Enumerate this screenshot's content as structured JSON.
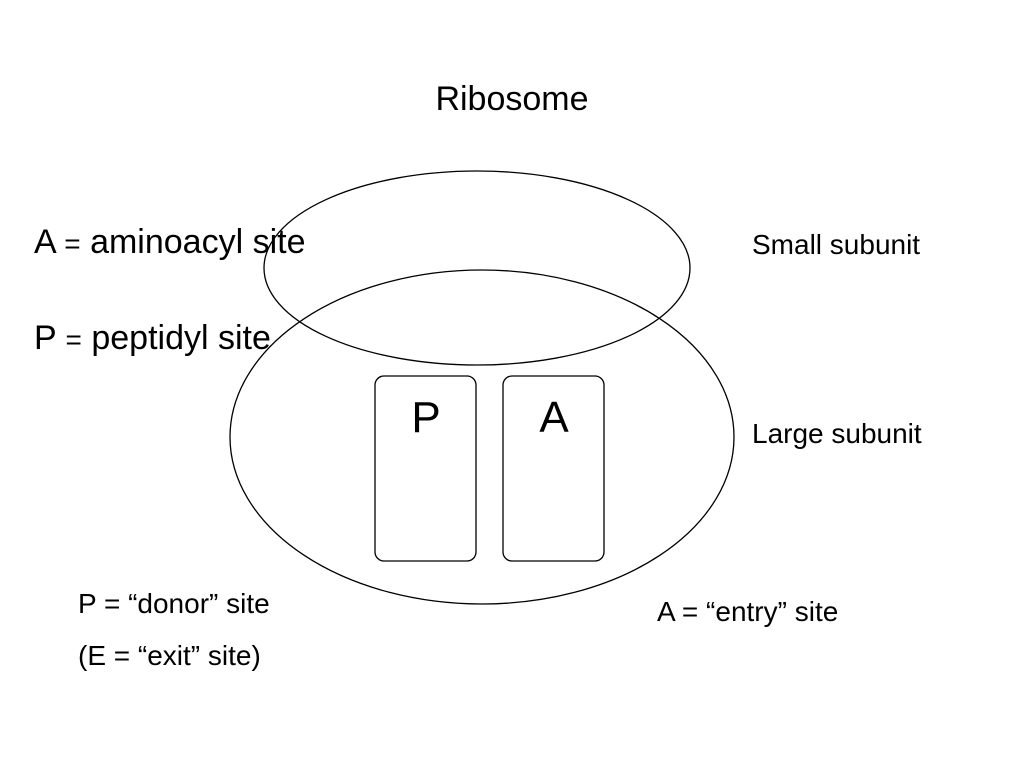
{
  "title": "Ribosome",
  "definitions": {
    "a_letter": "A",
    "a_equals": "=",
    "a_text": "aminoacyl site",
    "p_letter": "P",
    "p_equals": "=",
    "p_text": "peptidyl site"
  },
  "subunits": {
    "small": "Small subunit",
    "large": "Large subunit"
  },
  "sites": {
    "p": "P",
    "a": "A"
  },
  "notes": {
    "donor": "P = “donor” site",
    "exit": "(E = “exit” site)",
    "entry": "A = “entry” site"
  },
  "colors": {
    "background": "#ffffff",
    "stroke": "#000000",
    "text": "#000000"
  }
}
